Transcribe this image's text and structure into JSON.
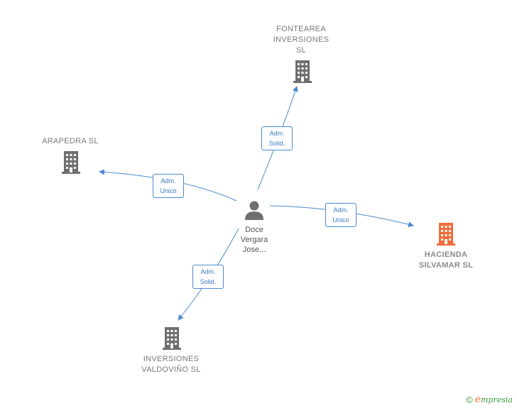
{
  "colors": {
    "edge": "#4a8ad0",
    "building_gray": "#6f6f6f",
    "building_highlight": "#f26b3a",
    "person": "#6f6f6f"
  },
  "center": {
    "label": "Doce\nVergara\nJose...",
    "icon": "person-icon"
  },
  "companies": [
    {
      "id": "fontearea",
      "label": "FONTEAREA\nINVERSIONES\nSL",
      "icon": "building-icon",
      "highlight": false
    },
    {
      "id": "arapedra",
      "label": "ARAPEDRA  SL",
      "icon": "building-icon",
      "highlight": false
    },
    {
      "id": "hacienda",
      "label": "HACIENDA\nSILVAMAR  SL",
      "icon": "building-icon",
      "highlight": true
    },
    {
      "id": "valdovino",
      "label": "INVERSIONES\nVALDOVIÑO  SL",
      "icon": "building-icon",
      "highlight": false
    }
  ],
  "edges": [
    {
      "to": "fontearea",
      "label": "Adm.\nSolid."
    },
    {
      "to": "arapedra",
      "label": "Adm.\nUnico"
    },
    {
      "to": "hacienda",
      "label": "Adm.\nUnico"
    },
    {
      "to": "valdovino",
      "label": "Adm.\nSolid."
    }
  ],
  "footer": {
    "copyright": "©",
    "brand_initial": "e",
    "brand_rest": "mpresia"
  }
}
